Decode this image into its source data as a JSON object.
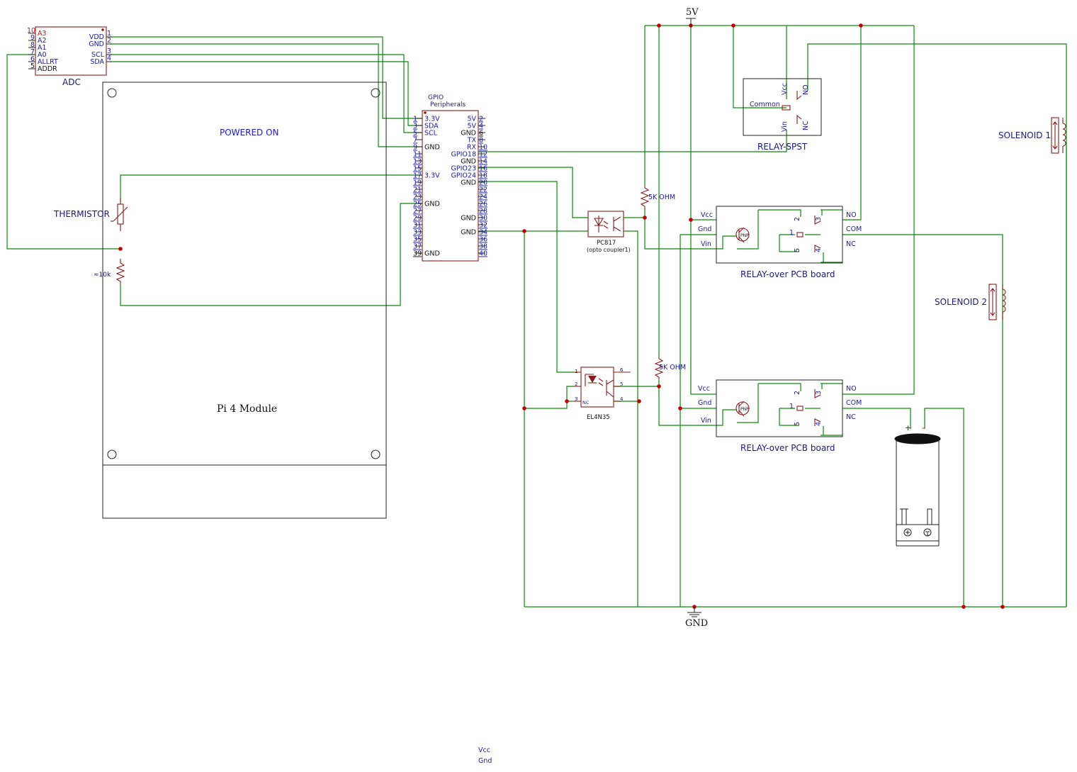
{
  "adc": {
    "name": "ADC",
    "left_pin_nums": [
      "10",
      "9",
      "8",
      "7",
      "6",
      "5"
    ],
    "left_pin_labels": [
      "A3",
      "A2",
      "A1",
      "A0",
      "ALLRT",
      "ADDR"
    ],
    "right_pin_nums": [
      "1",
      "2",
      "3",
      "4"
    ],
    "right_pin_labels": [
      "VDD",
      "GND",
      "SCL",
      "SDA"
    ]
  },
  "pi": {
    "module_label": "Pi 4 Module",
    "powered_label": "POWERED ON"
  },
  "gpio": {
    "title": "GPIO",
    "subtitle": "Peripherals",
    "left_pin_nums": [
      "1",
      "3",
      "5",
      "7",
      "9",
      "11",
      "13",
      "15",
      "17",
      "19",
      "21",
      "23",
      "25",
      "27",
      "29",
      "31",
      "33",
      "35",
      "37",
      "39"
    ],
    "left_pin_labels": [
      "3.3V",
      "SDA",
      "SCL",
      "",
      "GND",
      "",
      "",
      "",
      "3.3V",
      "",
      "",
      "",
      "GND",
      "",
      "",
      "",
      "",
      "",
      "",
      "GND"
    ],
    "right_pin_nums": [
      "2",
      "4",
      "6",
      "8",
      "10",
      "12",
      "14",
      "16",
      "18",
      "20",
      "22",
      "24",
      "26",
      "28",
      "30",
      "32",
      "34",
      "36",
      "38",
      "40"
    ],
    "right_pin_labels": [
      "5V",
      "5V",
      "GND",
      "TX",
      "RX",
      "GPIO18",
      "GND",
      "GPIO23",
      "GPIO24",
      "GND",
      "",
      "",
      "",
      "",
      "GND",
      "",
      "GND",
      "",
      "",
      ""
    ]
  },
  "power": {
    "vcc": "5V",
    "gnd": "GND"
  },
  "thermistor": {
    "label": "THERMISTOR",
    "divider_resistor": "≈10k"
  },
  "resistors": {
    "r1": "5K OHM",
    "r2": "5K OHM"
  },
  "opto1": {
    "name": "PC817",
    "subtitle": "(opto coupler1)"
  },
  "opto2": {
    "name": "EL4N35",
    "pins": [
      "1",
      "2",
      "3",
      "4",
      "5",
      "6"
    ],
    "nc": "NC"
  },
  "relay_spst": {
    "name": "RELAY-SPST",
    "common": "Common",
    "vcc": "Vcc",
    "vin": "Vin",
    "no": "NO",
    "nc": "NC"
  },
  "relay_boards": [
    {
      "name": "RELAY-over PCB board",
      "inputs": [
        "Vcc",
        "Gnd",
        "Vin"
      ],
      "outputs": [
        "NO",
        "COM",
        "NC"
      ],
      "transistor": "PNP",
      "pins": [
        "2",
        "3",
        "1",
        "5",
        "4"
      ]
    },
    {
      "name": "RELAY-over PCB board",
      "inputs": [
        "Vcc",
        "Gnd",
        "Vin"
      ],
      "outputs": [
        "NO",
        "COM",
        "NC"
      ],
      "transistor": "PNP",
      "pins": [
        "2",
        "3",
        "1",
        "5",
        "4"
      ]
    }
  ],
  "solenoids": [
    "SOLENOID 1",
    "SOLENOID 2"
  ],
  "motor": {
    "plus": "+",
    "minus": "-"
  },
  "stray_labels": [
    "Vcc",
    "Gnd"
  ],
  "colors": {
    "wire": "#0a8a0a",
    "component": "#8b1a1a",
    "pin_label": "#1a1aa8",
    "junction": "#c00000"
  }
}
